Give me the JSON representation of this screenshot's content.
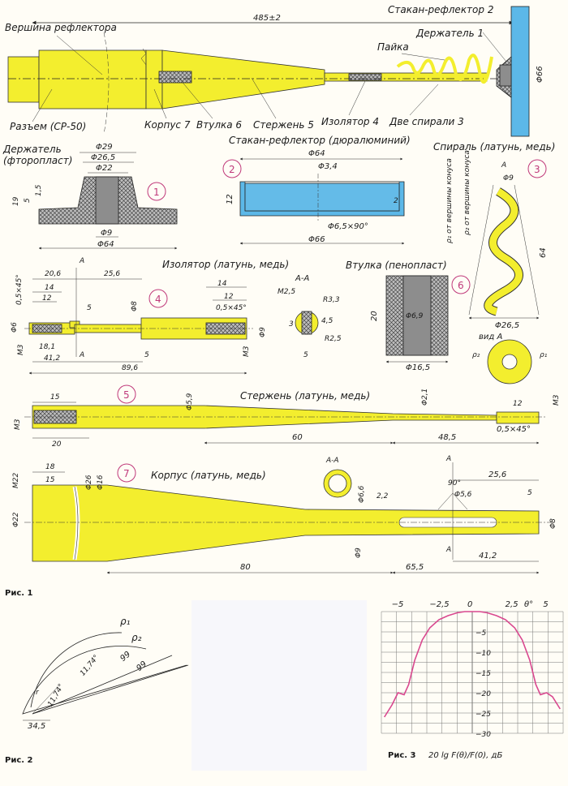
{
  "colors": {
    "brass": "#f3ee2e",
    "dural": "#5cb8e8",
    "ptfe": "#8d8d8d",
    "foam": "#bdbdbd",
    "circle": "#c0397a",
    "curve": "#d9488f"
  },
  "assembly": {
    "length": "485±2",
    "labels": {
      "reflector_apex": "Вершина рефлектора",
      "cup_reflector": "Стакан-рефлектор 2",
      "holder": "Держатель 1",
      "solder": "Пайка",
      "connector": "Разъем (СР-50)",
      "body": "Корпус 7",
      "sleeve": "Втулка 6",
      "rod": "Стержень 5",
      "insulator": "Изолятор 4",
      "spirals": "Две спирали 3",
      "diam66": "Φ66"
    }
  },
  "part1": {
    "title1": "Держатель",
    "title2": "(фторопласт)",
    "number": "1",
    "dims": {
      "d29": "Φ29",
      "d265": "Φ26,5",
      "d22": "Φ22",
      "d9": "Φ9",
      "d64": "Φ64",
      "h19": "19",
      "h5": "5",
      "h15": "1,5"
    }
  },
  "part2": {
    "title": "Стакан-рефлектор (дюралюминий)",
    "number": "2",
    "dims": {
      "d64": "Φ64",
      "d34": "Φ3,4",
      "h12": "12",
      "t2": "2",
      "hole": "Φ6,5×90°",
      "d66": "Φ66"
    }
  },
  "part3": {
    "title": "Спираль (латунь, медь)",
    "number": "3",
    "dims": {
      "rho1": "ρ₁ от вершины конуса",
      "rho2": "ρ₂ от вершины конуса",
      "d9": "Φ9",
      "h64": "64",
      "d265": "Φ26,5",
      "view": "вид А",
      "marker_a": "А",
      "v_left": "ρ₂",
      "v_right": "ρ₁"
    }
  },
  "part4": {
    "title": "Изолятор (латунь, медь)",
    "number": "4",
    "dims": {
      "d206": "20,6",
      "d256": "25,6",
      "d14": "14",
      "d12": "12",
      "d5": "5",
      "d181": "18,1",
      "d412": "41,2",
      "d896": "89,6",
      "cham": "0,5×45°",
      "cham2": "0,5×45°",
      "d14r": "14",
      "d12r": "12",
      "phi8": "Φ8",
      "phi9": "Φ9",
      "m3": "М3",
      "m3r": "М3",
      "phi6": "Φ6",
      "sec_a": "А",
      "sec_b": "А"
    },
    "section": {
      "title": "А-А",
      "m25": "М2,5",
      "r33": "R3,3",
      "d3": "3",
      "d45": "4,5",
      "r25": "R2,5",
      "d5": "5"
    }
  },
  "part5": {
    "title": "Стержень (латунь, медь)",
    "number": "5",
    "dims": {
      "d15": "15",
      "d20": "20",
      "phi59": "Φ5,9",
      "phi21": "Φ2,1",
      "d12": "12",
      "m3l": "М3",
      "m3r": "М3",
      "d60": "60",
      "d485": "48,5",
      "cham": "0,5×45°"
    }
  },
  "part6": {
    "title": "Втулка (пенопласт)",
    "number": "6",
    "dims": {
      "phi69": "Φ6,9",
      "h20": "20",
      "phi165": "Φ16,5"
    }
  },
  "part7": {
    "title": "Корпус (латунь, медь)",
    "number": "7",
    "dims": {
      "d18": "18",
      "d15": "15",
      "m22": "М22",
      "phi26": "Φ26",
      "phi16": "Φ16",
      "phi22": "Φ22",
      "phi66": "Φ6,6",
      "d22": "2,2",
      "phi9": "Φ9",
      "d80": "80",
      "d655": "65,5",
      "d412": "41,2",
      "d256": "25,6",
      "a90": "90°",
      "phi56": "Φ5,6",
      "d5": "5",
      "phi8": "Φ8",
      "sec_a": "А-А",
      "mark1": "А",
      "mark2": "А"
    }
  },
  "fig1": "Рис. 1",
  "fig2": {
    "caption": "Рис. 2",
    "rho1": "ρ₁",
    "rho2": "ρ₂",
    "l99a": "99",
    "l99b": "99",
    "ang1": "11,74°",
    "ang2": "11,74°",
    "r": "r",
    "d345": "34,5"
  },
  "fig3": {
    "caption": "Рис. 3",
    "ylabel": "20 lg F(θ)/F(0), дБ",
    "chart_data": {
      "type": "line",
      "x_ticks": [
        "−5",
        "−2,5",
        "0",
        "2,5",
        "5"
      ],
      "x_unit": "θ°",
      "y_ticks": [
        "−5",
        "−10",
        "−15",
        "−20",
        "−25",
        "−30"
      ],
      "xlim": [
        -6,
        6
      ],
      "ylim": [
        -30,
        0
      ],
      "grid": true,
      "series": [
        {
          "x": [
            -5.8,
            -5.3,
            -4.9,
            -4.5,
            -4.2,
            -3.8,
            -3.3,
            -2.8,
            -2.2,
            -1.6,
            -1.0,
            -0.5,
            0.0,
            0.5,
            1.0,
            1.6,
            2.2,
            2.8,
            3.3,
            3.8,
            4.2,
            4.5,
            4.9,
            5.3,
            5.8
          ],
          "y": [
            -26,
            -23,
            -20,
            -20.5,
            -18,
            -12,
            -7,
            -4,
            -2,
            -1,
            -0.3,
            0,
            0,
            0,
            -0.3,
            -1,
            -2,
            -4,
            -7,
            -12,
            -18,
            -20.5,
            -20,
            -21,
            -24
          ]
        }
      ]
    }
  }
}
